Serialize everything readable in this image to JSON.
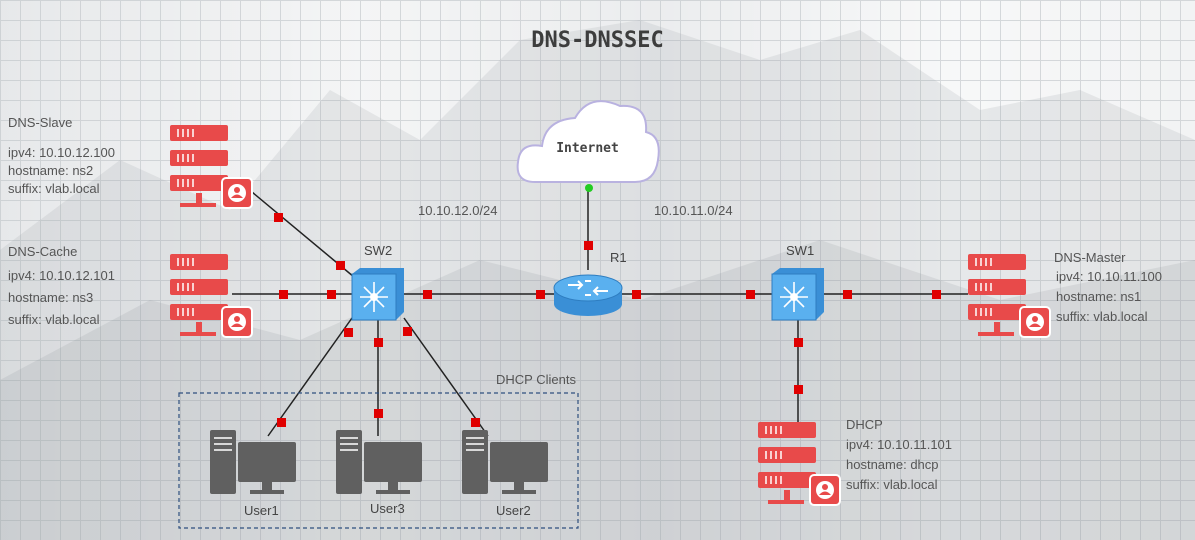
{
  "title": "DNS-DNSSEC",
  "nodes": {
    "dns_slave": {
      "name": "DNS-Slave",
      "ipv4": "ipv4: 10.10.12.100",
      "hostname": "hostname: ns2",
      "suffix": "suffix: vlab.local"
    },
    "dns_cache": {
      "name": "DNS-Cache",
      "ipv4": "ipv4: 10.10.12.101",
      "hostname": "hostname: ns3",
      "suffix": "suffix: vlab.local"
    },
    "dns_master": {
      "name": "DNS-Master",
      "ipv4": "ipv4: 10.10.11.100",
      "hostname": "hostname: ns1",
      "suffix": "suffix: vlab.local"
    },
    "dhcp": {
      "name": "DHCP",
      "ipv4": "ipv4: 10.10.11.101",
      "hostname": "hostname: dhcp",
      "suffix": "suffix: vlab.local"
    },
    "sw1": "SW1",
    "sw2": "SW2",
    "r1": "R1",
    "internet": "Internet",
    "user1": "User1",
    "user2": "User2",
    "user3": "User3"
  },
  "networks": {
    "left_subnet": "10.10.12.0/24",
    "right_subnet": "10.10.11.0/24"
  },
  "groups": {
    "dhcp_clients": "DHCP Clients"
  },
  "colors": {
    "server": "#e84a4a",
    "switch": "#4aa3e8",
    "router": "#4aa3e8",
    "link": "#222222",
    "port": "#e00000",
    "up_port": "#22cc22",
    "pc": "#606060"
  }
}
